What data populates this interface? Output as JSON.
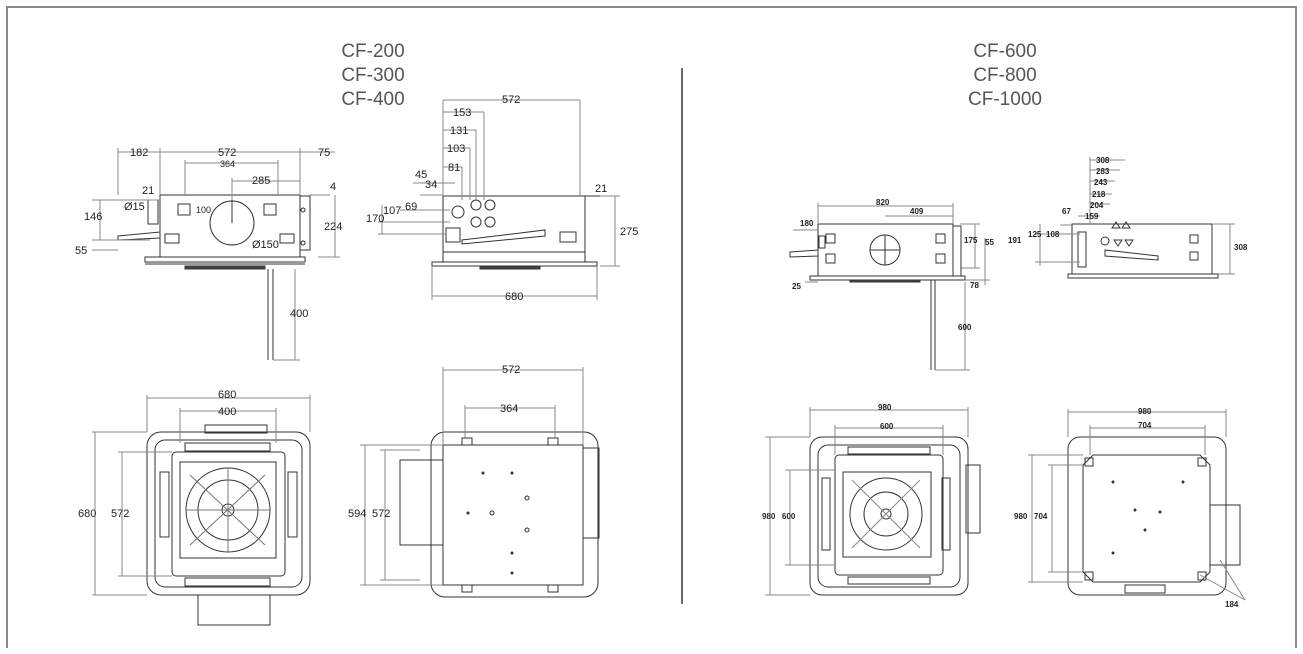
{
  "left_panel": {
    "models": [
      "CF-200",
      "CF-300",
      "CF-400"
    ],
    "front_view": {
      "dims": [
        "182",
        "572",
        "75",
        "364",
        "285",
        "4",
        "21",
        "Ø15",
        "100",
        "146",
        "224",
        "55",
        "Ø150",
        "400"
      ]
    },
    "side_view": {
      "dims": [
        "572",
        "153",
        "131",
        "103",
        "81",
        "45",
        "34",
        "69",
        "107",
        "170",
        "21",
        "275",
        "680"
      ]
    },
    "bottom_view": {
      "dims": [
        "680",
        "400",
        "680",
        "572"
      ]
    },
    "top_view": {
      "dims": [
        "572",
        "364",
        "594",
        "572"
      ]
    }
  },
  "right_panel": {
    "models": [
      "CF-600",
      "CF-800",
      "CF-1000"
    ],
    "front_view": {
      "dims": [
        "820",
        "409",
        "180",
        "175",
        "55",
        "25",
        "78",
        "600"
      ]
    },
    "side_view": {
      "dims": [
        "308",
        "283",
        "243",
        "218",
        "204",
        "67",
        "159",
        "191",
        "125",
        "108",
        "308"
      ]
    },
    "bottom_view": {
      "dims": [
        "980",
        "600",
        "980",
        "600"
      ]
    },
    "top_view": {
      "dims": [
        "980",
        "704",
        "980",
        "704",
        "184"
      ]
    }
  }
}
